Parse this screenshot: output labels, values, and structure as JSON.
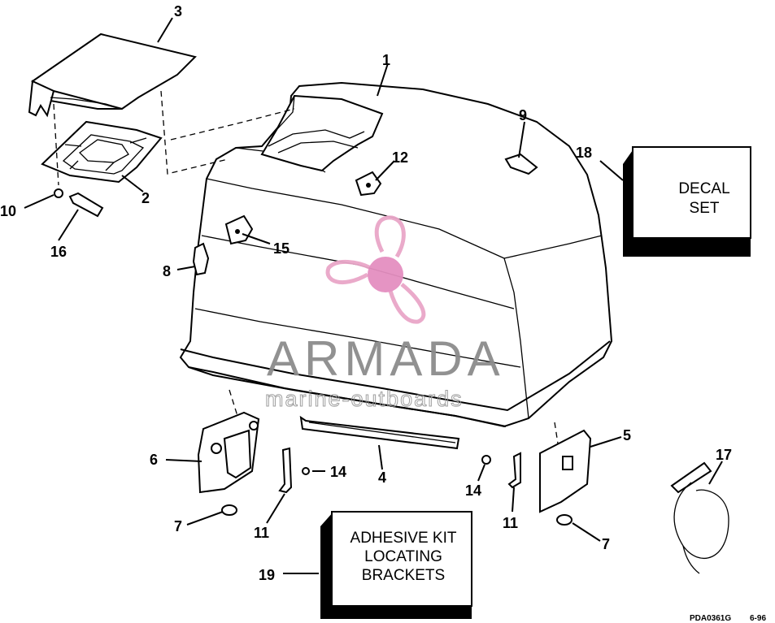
{
  "labels": {
    "l1": "1",
    "l2": "2",
    "l3": "3",
    "l4": "4",
    "l5": "5",
    "l6": "6",
    "l7a": "7",
    "l7b": "7",
    "l8": "8",
    "l9": "9",
    "l10": "10",
    "l11a": "11",
    "l11b": "11",
    "l12": "12",
    "l14a": "14",
    "l14b": "14",
    "l15": "15",
    "l16": "16",
    "l17": "17",
    "l18": "18",
    "l19": "19"
  },
  "decal_box": {
    "line1": "DECAL",
    "line2": "SET"
  },
  "adhesive_box": {
    "line1": "ADHESIVE KIT",
    "line2": "LOCATING",
    "line3": "BRACKETS"
  },
  "watermark": {
    "brand": "ARMADA",
    "tagline": "marine-outboards",
    "logo_icon": "propeller-logo-icon",
    "logo_color": "#e9a6c8",
    "logo_hub_color": "#e48fc0"
  },
  "footer": {
    "code": "PDA0361G",
    "date": "6-96"
  }
}
